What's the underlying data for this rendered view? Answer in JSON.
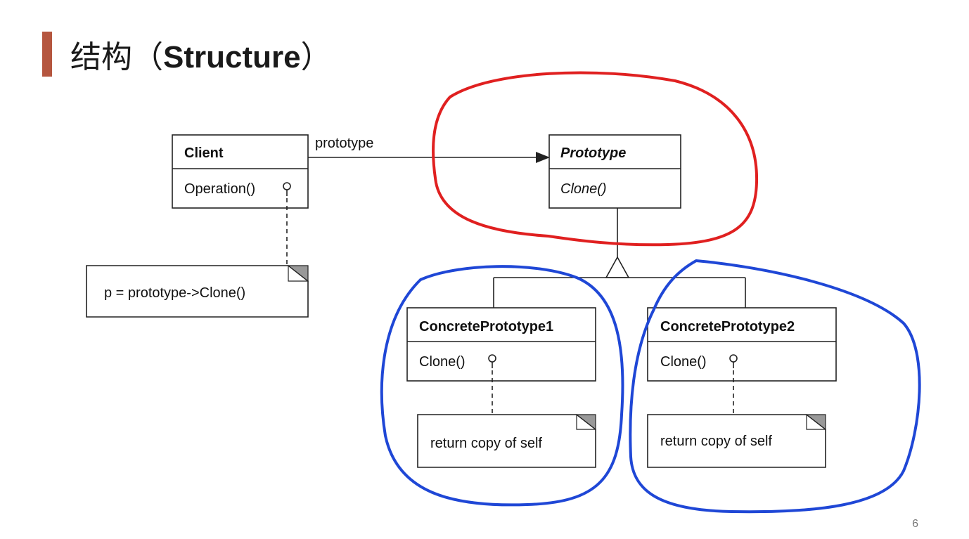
{
  "title": {
    "cn": "结构（",
    "en": "Structure",
    "close": "）"
  },
  "page_number": "6",
  "client": {
    "name": "Client",
    "method": "Operation()"
  },
  "association_label": "prototype",
  "client_note": "p = prototype->Clone()",
  "prototype": {
    "name": "Prototype",
    "method": "Clone()"
  },
  "concrete1": {
    "name": "ConcretePrototype1",
    "method": "Clone()",
    "note": "return copy of self"
  },
  "concrete2": {
    "name": "ConcretePrototype2",
    "method": "Clone()",
    "note": "return copy of self"
  },
  "colors": {
    "title_bar": "#b5563f",
    "red_annotation": "#e02020",
    "blue_annotation": "#1f47d6"
  }
}
